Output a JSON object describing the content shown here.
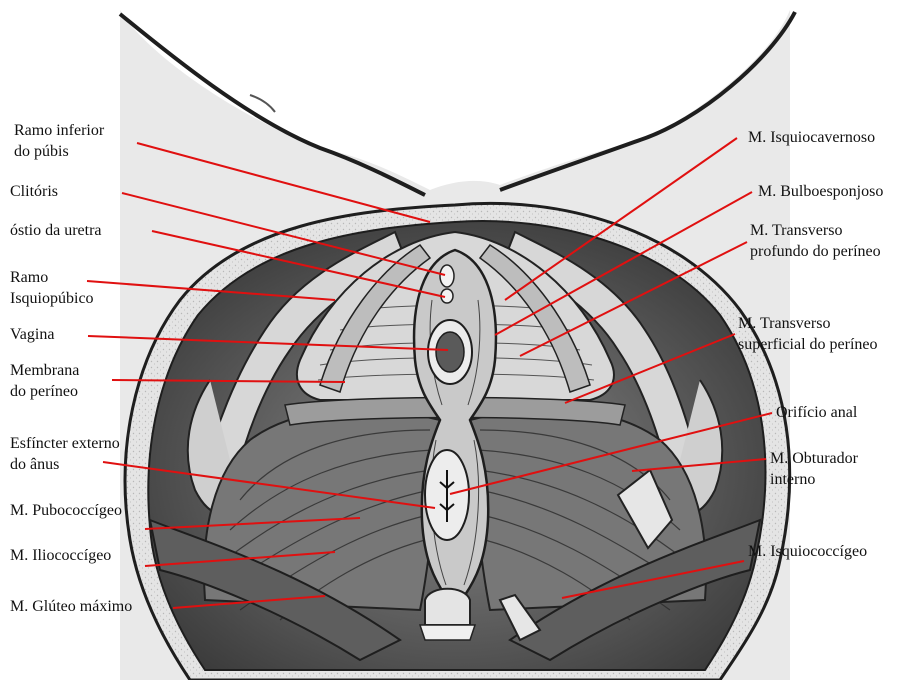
{
  "colors": {
    "leader": "#e01010",
    "skin": "#e7e7e7",
    "muscle_dark": "#6e6e6e",
    "muscle_mid": "#a9a9a9",
    "muscle_light": "#dcdcdc",
    "outline": "#1e1e1e"
  },
  "labels_left": {
    "ramo_inferior": [
      "Ramo inferior",
      "do púbis"
    ],
    "clitoris": "Clitóris",
    "ostio_uretra": "óstio da uretra",
    "ramo_isquiopubico": [
      "Ramo",
      "Isquiopúbico"
    ],
    "vagina": "Vagina",
    "membrana": [
      "Membrana",
      "do períneo"
    ],
    "esfincter": [
      "Esfíncter externo",
      "do ânus"
    ],
    "pubococcigeo": "M. Pubococcígeo",
    "iliococcigeo": "M. Iliococcígeo",
    "gluteo": "M. Glúteo máximo"
  },
  "labels_right": {
    "isquiocavernoso": "M. Isquiocavernoso",
    "bulboesponjoso": "M. Bulboesponjoso",
    "transverso_profundo": [
      "M. Transverso",
      "profundo do períneo"
    ],
    "transverso_superficial": [
      "M. Transverso",
      "superficial do períneo"
    ],
    "orificio_anal": "Orifício anal",
    "obturador": [
      "M. Obturador",
      "interno"
    ],
    "isquiococcigeo": "M. Isquiococcígeo"
  }
}
